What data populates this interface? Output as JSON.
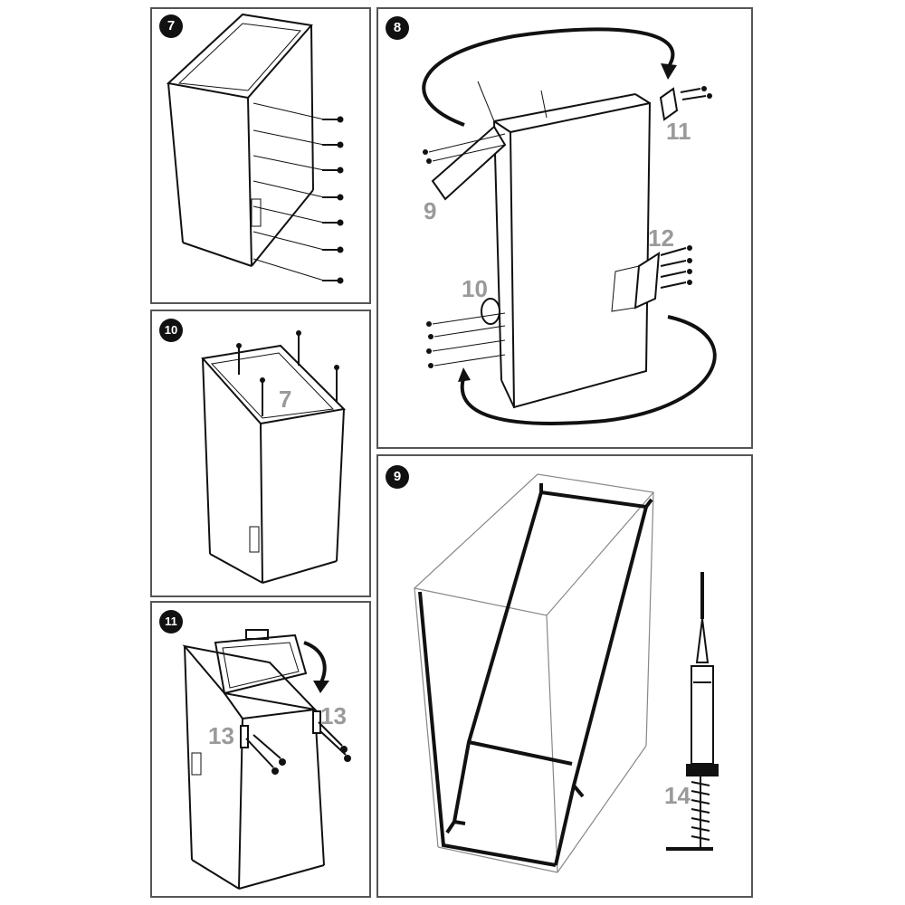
{
  "panels": {
    "step7": {
      "badge": "7",
      "labels": []
    },
    "step8": {
      "badge": "8",
      "labels": [
        "9",
        "10",
        "11",
        "12"
      ]
    },
    "step10": {
      "badge": "10",
      "labels": [
        "7"
      ]
    },
    "step11": {
      "badge": "11",
      "labels": [
        "13",
        "13"
      ]
    },
    "step9": {
      "badge": "9",
      "labels": [
        "14"
      ]
    }
  }
}
